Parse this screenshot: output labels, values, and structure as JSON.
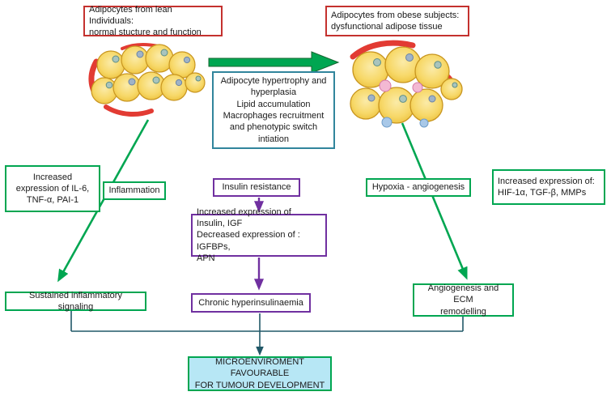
{
  "diagram": {
    "top_left_box": "Adipocytes from lean Individuals:\nnormal stucture and function",
    "top_right_box": "Adipocytes from obese subjects:\ndysfunctional adipose tissue",
    "center_process_box": "Adipocyte hypertrophy and\nhyperplasia\nLipid accumulation\nMacrophages recruitment\nand phenotypic switch\nintiation",
    "left_expression_box": "Increased\nexpression  of IL-6,\nTNF-α, PAI-1",
    "inflammation_box": "Inflammation",
    "insulin_resistance_box": "Insulin resistance",
    "hypoxia_box": "Hypoxia - angiogenesis",
    "right_expression_box": "Increased expression of:\nHIF-1α, TGF-β, MMPs",
    "insulin_igf_box": "Increased expression of Insulin, IGF\nDecreased expression of :  IGFBPs,\nAPN",
    "sustained_box": "Sustained inflammatory signaling",
    "chronic_box": "Chronic  hyperinsulinaemia",
    "angiogenesis_box": "Angiogenesis and ECM\nremodelling",
    "outcome_box": "MICROENVIROMENT  FAVOURABLE\nFOR TUMOUR  DEVELOPMENT"
  },
  "icons": {
    "lean_cluster": "lean-adipocyte-cluster-illustration",
    "obese_cluster": "obese-adipocyte-cluster-illustration",
    "transition_arrow": "green-transition-arrow"
  },
  "colors": {
    "red_border": "#C4312E",
    "green": "#00A651",
    "teal_border": "#31859C",
    "purple": "#7030A0",
    "outcome_fill": "#B7E7F5",
    "connector": "#215868"
  }
}
